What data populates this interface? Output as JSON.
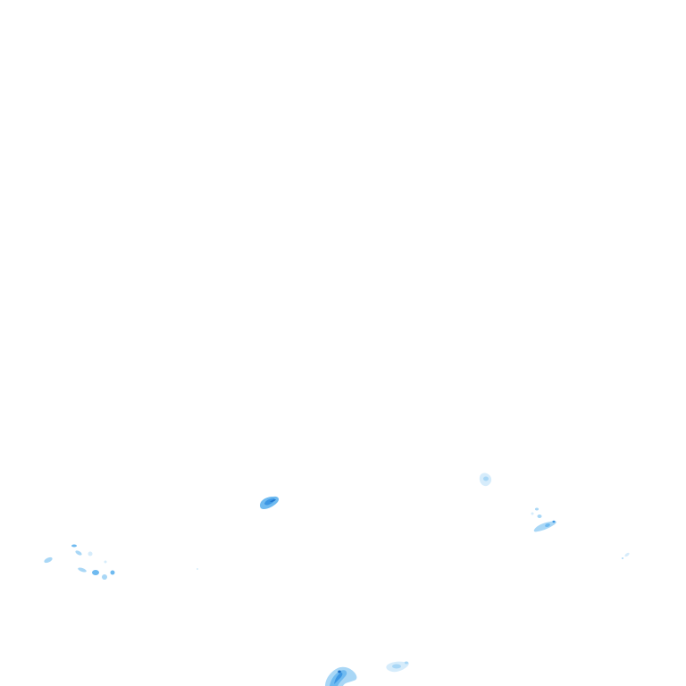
{
  "layer": {
    "kind": "precipitation-radar-overlay",
    "background": "transparent",
    "palette": {
      "very_light": "#d6ecfb",
      "light": "#a9d7f6",
      "medium": "#6fbaf0",
      "strong": "#3d97e4",
      "dark": "#1f72c9"
    }
  },
  "echoes": [
    {
      "id": "cluster-left",
      "intensity": "light"
    },
    {
      "id": "cell-center",
      "intensity": "strong"
    },
    {
      "id": "cell-right-upper",
      "intensity": "light"
    },
    {
      "id": "cluster-right",
      "intensity": "medium"
    },
    {
      "id": "speck-far-right",
      "intensity": "very_light"
    },
    {
      "id": "cell-bottom-center",
      "intensity": "strong"
    },
    {
      "id": "cell-bottom-right",
      "intensity": "light"
    }
  ]
}
